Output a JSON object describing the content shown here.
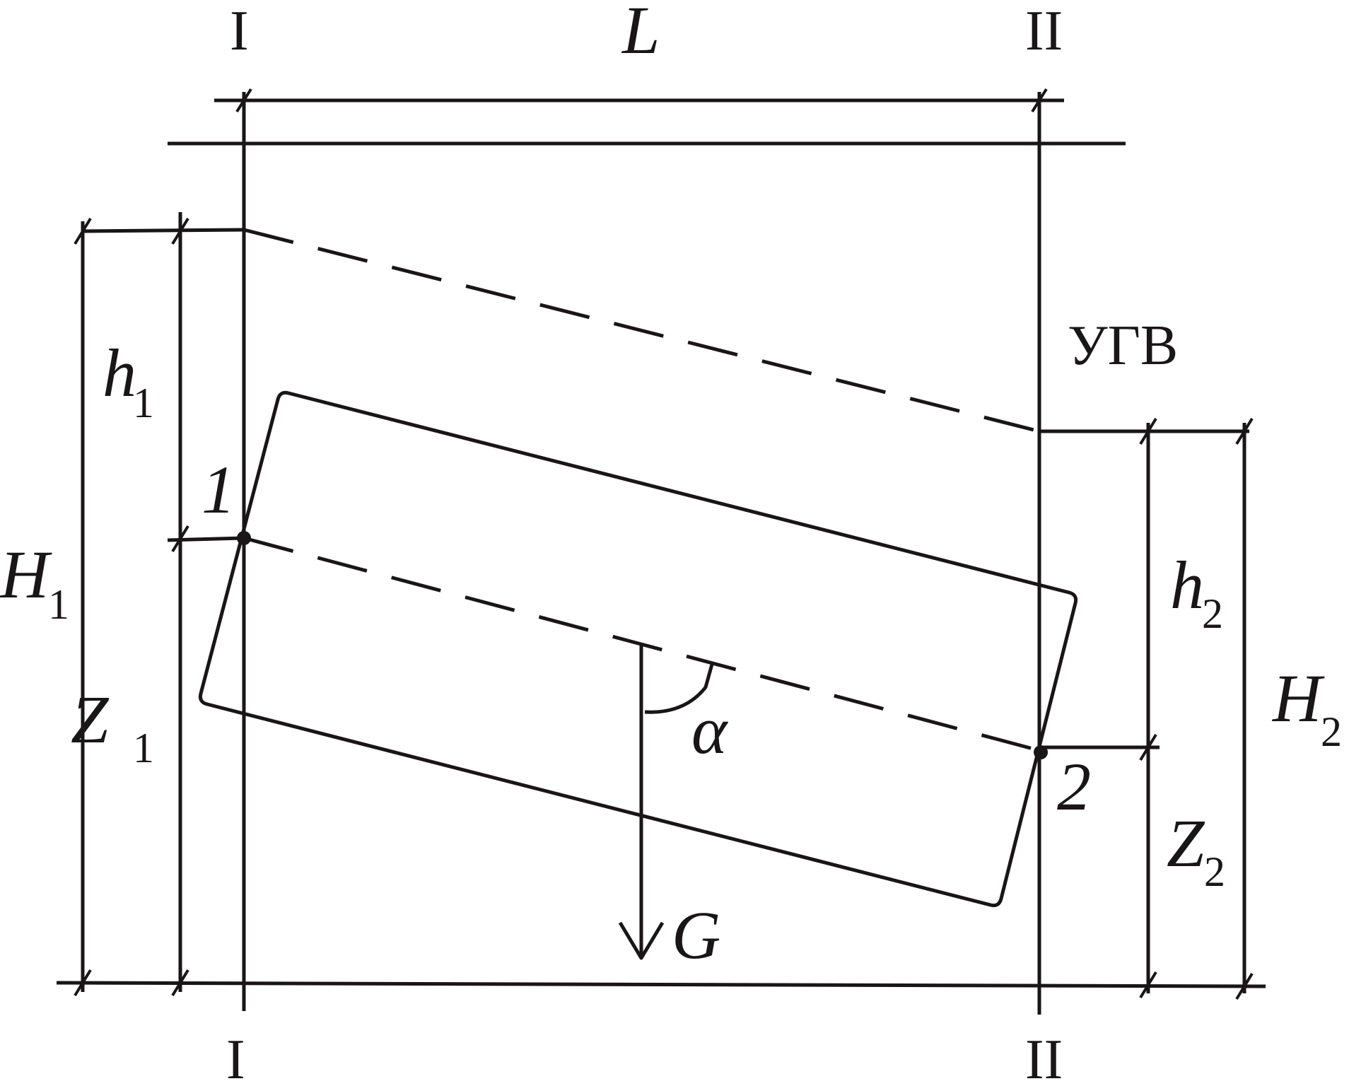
{
  "labels": {
    "section1_top": "I",
    "section1_bottom": "I",
    "section2_top": "II",
    "section2_bottom": "II",
    "length": "L",
    "groundwater": "УГВ",
    "point1": "1",
    "point2": "2",
    "h1": "h",
    "h1_sub": "1",
    "H1": "H",
    "H1_sub": "1",
    "Z1": "Z",
    "Z1_sub": "1",
    "h2": "h",
    "h2_sub": "2",
    "H2": "H",
    "H2_sub": "2",
    "Z2": "Z",
    "Z2_sub": "2",
    "angle": "α",
    "gravity": "G"
  },
  "colors": {
    "stroke": "#1a1516",
    "background": "#ffffff"
  }
}
